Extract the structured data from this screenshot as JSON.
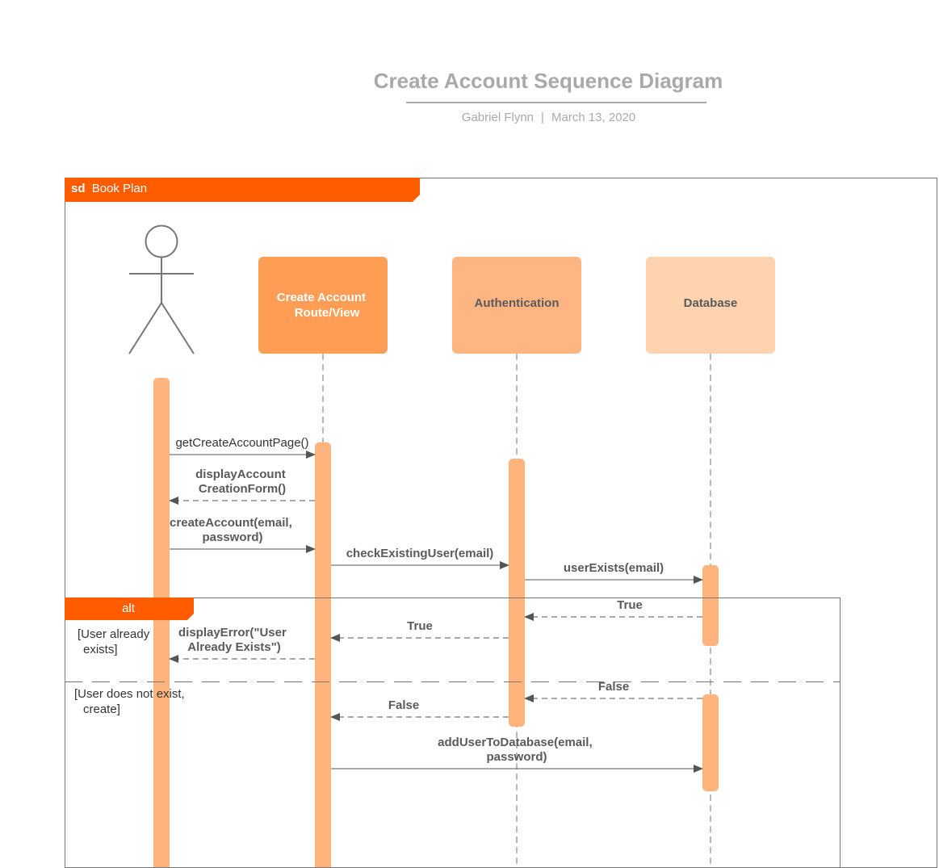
{
  "header": {
    "title": "Create Account Sequence Diagram",
    "author": "Gabriel Flynn",
    "separator": "|",
    "date": "March 13, 2020"
  },
  "frame": {
    "keyword": "sd",
    "name": "Book Plan"
  },
  "lifelines": {
    "create_view": {
      "line1": "Create Account",
      "line2": "Route/View"
    },
    "authentication": {
      "label": "Authentication"
    },
    "database": {
      "label": "Database"
    }
  },
  "messages": {
    "get_page": {
      "line1": "getCreateAccountPage()"
    },
    "display_form": {
      "line1": "displayAccount",
      "line2": "CreationForm()"
    },
    "create_account": {
      "line1": "createAccount(email,",
      "line2": "password)"
    },
    "check_existing": {
      "line1": "checkExistingUser(email)"
    },
    "user_exists": {
      "line1": "userExists(email)"
    },
    "db_true": {
      "line1": "True"
    },
    "auth_true": {
      "line1": "True"
    },
    "display_error": {
      "line1": "displayError(\"User",
      "line2": "Already Exists\")"
    },
    "db_false": {
      "line1": "False"
    },
    "auth_false": {
      "line1": "False"
    },
    "add_user": {
      "line1": "addUserToDatabase(email,",
      "line2": "password)"
    }
  },
  "alt": {
    "label": "alt",
    "guard1": {
      "line1": "[User already",
      "line2": "exists]"
    },
    "guard2": {
      "line1": "[User does not exist,",
      "line2": "create]"
    }
  },
  "colors": {
    "frame_tab": "#ff5c00",
    "create_view_box": "#ff9d55",
    "authentication_box": "#ffb582",
    "database_box": "#ffd3b0",
    "activation": "#ffb47e",
    "line": "#555555",
    "title_gray": "#a9a9a9"
  }
}
